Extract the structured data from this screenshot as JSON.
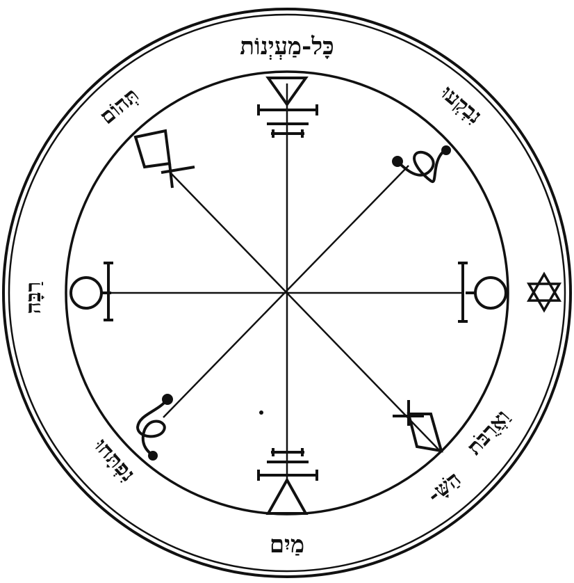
{
  "seal": {
    "ink_color": "#111111",
    "paper_color": "#ffffff",
    "inscription": {
      "top": "כָּל-מַעְיְנוֹת",
      "upper_left": "תְּהוֹם",
      "upper_right": "נִבְקְעוּ",
      "left": "רַבָּה",
      "right_symbol": "hexagram-icon",
      "lower_right": "וַאֲרֻבֹּת",
      "lower_right_2": "הַשָּׁ-",
      "bottom": "מַיִם",
      "lower_left": "נִפְתָּחוּ"
    },
    "symbols": [
      "triangle-cross-sigil-top",
      "s-hook-sigil-upper-right",
      "circle-cross-sigil-right",
      "diamond-cross-sigil-lower-right",
      "triangle-cross-sigil-bottom",
      "s-hook-sigil-lower-left",
      "circle-cross-sigil-left",
      "diamond-cross-sigil-upper-left"
    ]
  }
}
